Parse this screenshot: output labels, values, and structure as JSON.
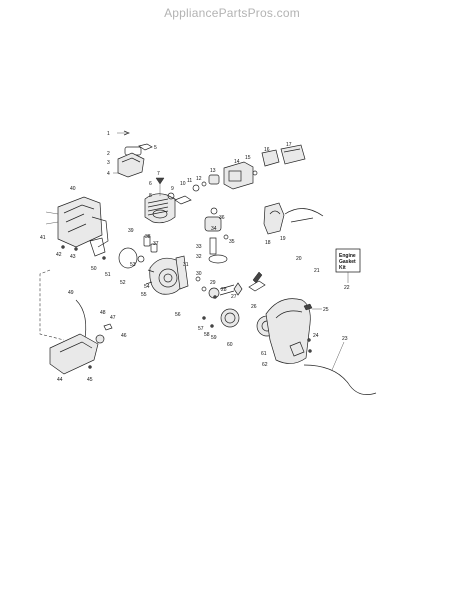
{
  "header": {
    "watermark": "AppliancePartsPros.com"
  },
  "diagram": {
    "kit_label": {
      "line1": "Engine",
      "line2": "Gasket",
      "line3": "Kit",
      "number": "22"
    },
    "parts": [
      {
        "id": "p1",
        "label": "1"
      },
      {
        "id": "p2",
        "label": "2"
      },
      {
        "id": "p3",
        "label": "3"
      },
      {
        "id": "p4",
        "label": "4"
      },
      {
        "id": "p5",
        "label": "5"
      },
      {
        "id": "p6",
        "label": "6"
      },
      {
        "id": "p7",
        "label": "7"
      },
      {
        "id": "p8",
        "label": "8"
      },
      {
        "id": "p9",
        "label": "9"
      },
      {
        "id": "p10",
        "label": "10"
      },
      {
        "id": "p11",
        "label": "11"
      },
      {
        "id": "p12",
        "label": "12"
      },
      {
        "id": "p13",
        "label": "13"
      },
      {
        "id": "p14",
        "label": "14"
      },
      {
        "id": "p15",
        "label": "15"
      },
      {
        "id": "p16",
        "label": "16"
      },
      {
        "id": "p17",
        "label": "17"
      },
      {
        "id": "p18",
        "label": "18"
      },
      {
        "id": "p19",
        "label": "19"
      },
      {
        "id": "p20",
        "label": "20"
      },
      {
        "id": "p21",
        "label": "21"
      },
      {
        "id": "p23",
        "label": "23"
      },
      {
        "id": "p24",
        "label": "24"
      },
      {
        "id": "p25",
        "label": "25"
      },
      {
        "id": "p26",
        "label": "26"
      },
      {
        "id": "p27",
        "label": "27"
      },
      {
        "id": "p28",
        "label": "28"
      },
      {
        "id": "p29",
        "label": "29"
      },
      {
        "id": "p30",
        "label": "30"
      },
      {
        "id": "p31",
        "label": "31"
      },
      {
        "id": "p32",
        "label": "32"
      },
      {
        "id": "p33",
        "label": "33"
      },
      {
        "id": "p34",
        "label": "34"
      },
      {
        "id": "p35",
        "label": "35"
      },
      {
        "id": "p36",
        "label": "36"
      },
      {
        "id": "p37",
        "label": "37"
      },
      {
        "id": "p38",
        "label": "38"
      },
      {
        "id": "p39",
        "label": "39"
      },
      {
        "id": "p40",
        "label": "40"
      },
      {
        "id": "p41",
        "label": "41"
      },
      {
        "id": "p42",
        "label": "42"
      },
      {
        "id": "p43",
        "label": "43"
      },
      {
        "id": "p44",
        "label": "44"
      },
      {
        "id": "p45",
        "label": "45"
      },
      {
        "id": "p46",
        "label": "46"
      },
      {
        "id": "p47",
        "label": "47"
      },
      {
        "id": "p48",
        "label": "48"
      },
      {
        "id": "p49",
        "label": "49"
      },
      {
        "id": "p50",
        "label": "50"
      },
      {
        "id": "p51",
        "label": "51"
      },
      {
        "id": "p52",
        "label": "52"
      },
      {
        "id": "p53",
        "label": "53"
      },
      {
        "id": "p54",
        "label": "54"
      },
      {
        "id": "p55",
        "label": "55"
      },
      {
        "id": "p56",
        "label": "56"
      },
      {
        "id": "p57",
        "label": "57"
      },
      {
        "id": "p58",
        "label": "58"
      },
      {
        "id": "p59",
        "label": "59"
      },
      {
        "id": "p60",
        "label": "60"
      },
      {
        "id": "p61",
        "label": "61"
      },
      {
        "id": "p62",
        "label": "62"
      }
    ]
  }
}
